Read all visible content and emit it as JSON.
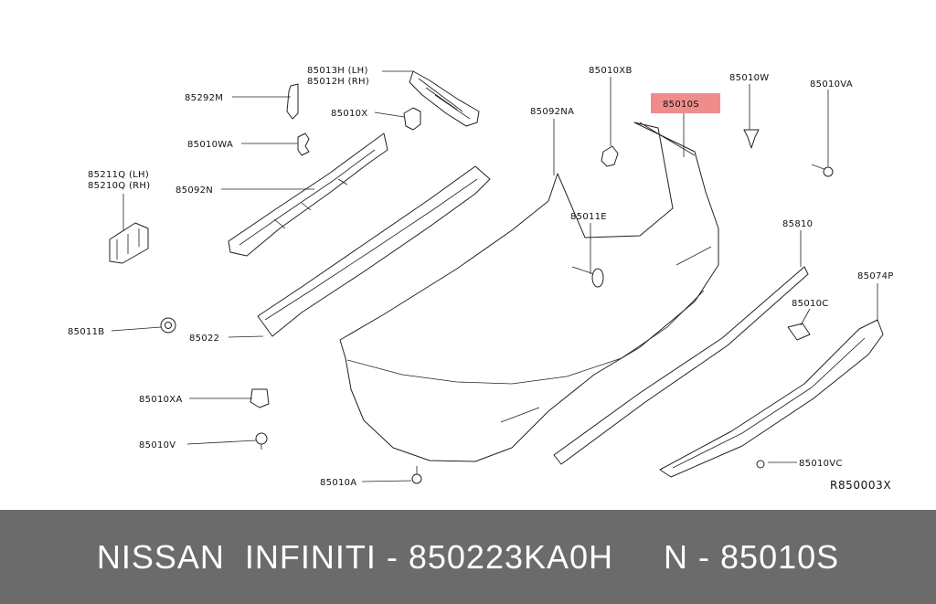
{
  "callouts": {
    "c85013h": "85013H (LH)",
    "c85012h": "85012H (RH)",
    "c85292m": "85292M",
    "c85010x": "85010X",
    "c85010xb": "85010XB",
    "c85010s": "85010S",
    "c85010w": "85010W",
    "c85010va": "85010VA",
    "c85010wa": "85010WA",
    "c85092na": "85092NA",
    "c85211q": "85211Q (LH)",
    "c85210q": "85210Q (RH)",
    "c85092n": "85092N",
    "c85011e": "85011E",
    "c85810": "85810",
    "c85074p": "85074P",
    "c85010c": "85010C",
    "c85011b": "85011B",
    "c85022": "85022",
    "c85010xa": "85010XA",
    "c85010v": "85010V",
    "c85010vc": "85010VC",
    "c85010a": "85010A"
  },
  "diagram_ref": "R850003X",
  "highlight_color": "#f08080",
  "footer_text": "NISSAN  INFINITI - 850223KA0H     N - 85010S"
}
